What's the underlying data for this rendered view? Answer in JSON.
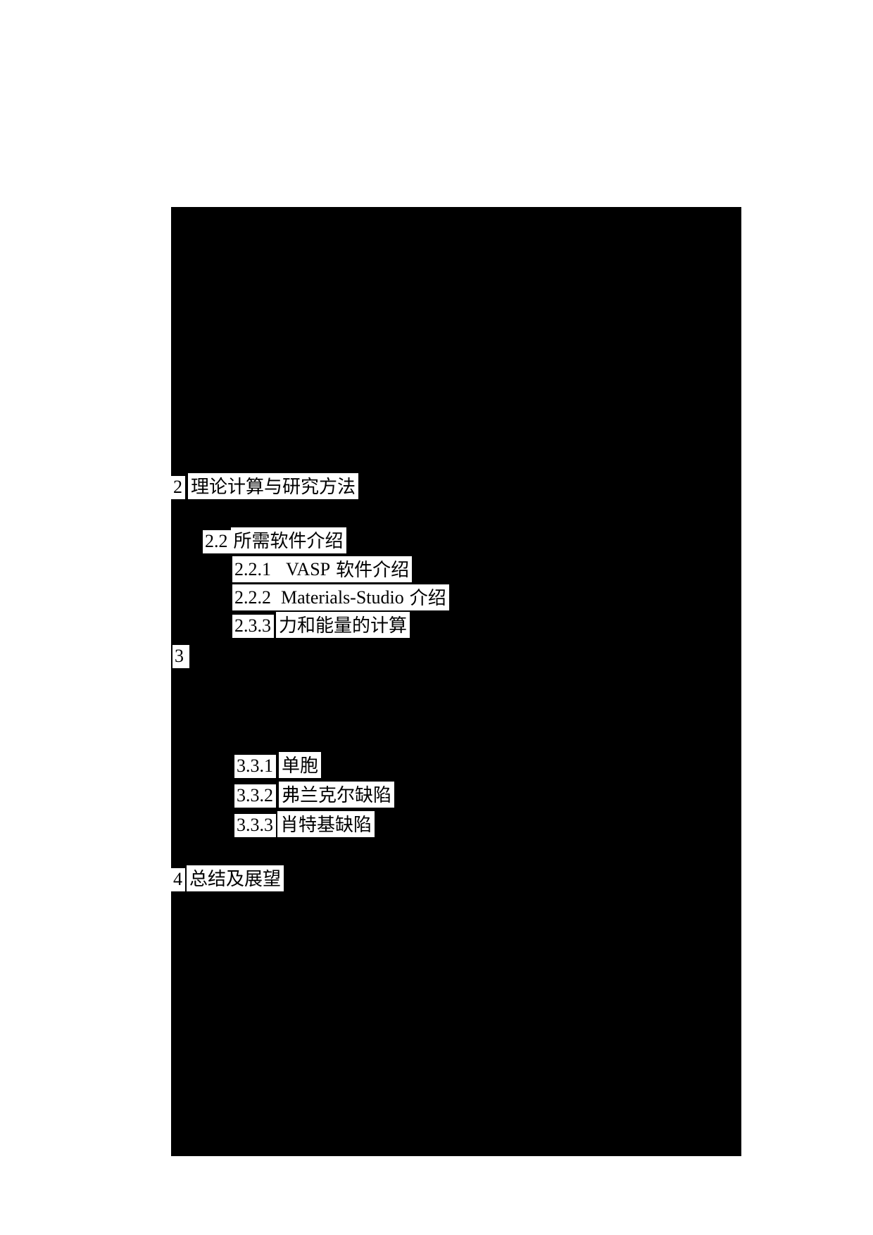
{
  "page": {
    "background_color": "#ffffff",
    "redaction_color": "#000000",
    "highlight_color": "#ffffff",
    "text_color": "#000000"
  },
  "toc": {
    "entries": [
      {
        "num": "2",
        "latin": "",
        "cjk": "理论计算与研究方法"
      },
      {
        "num": "2.2",
        "latin": "",
        "cjk": "所需软件介绍"
      },
      {
        "num": "2.2.1",
        "latin": "VASP",
        "cjk": "软件介绍"
      },
      {
        "num": "2.2.2",
        "latin": "Materials-Studio",
        "cjk": "介绍"
      },
      {
        "num": "2.3.3",
        "latin": "",
        "cjk": "力和能量的计算"
      },
      {
        "num": "3",
        "latin": "",
        "cjk": ""
      },
      {
        "num": "3.3.1",
        "latin": "",
        "cjk": "单胞"
      },
      {
        "num": "3.3.2",
        "latin": "",
        "cjk": "弗兰克尔缺陷"
      },
      {
        "num": "3.3.3",
        "latin": "",
        "cjk": "肖特基缺陷"
      },
      {
        "num": "4",
        "latin": "",
        "cjk": "总结及展望"
      }
    ]
  }
}
